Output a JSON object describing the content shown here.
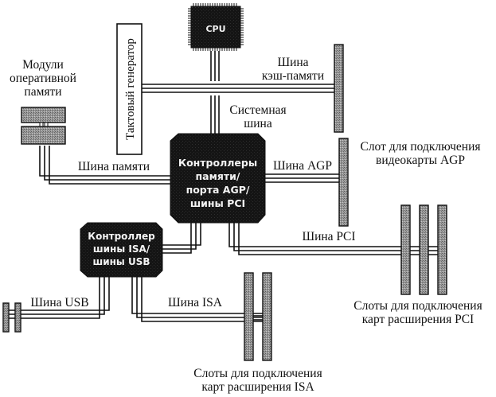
{
  "diagram": {
    "type": "block-diagram",
    "subject": "PC motherboard bus architecture",
    "colors": {
      "chip": "#111111",
      "slot": "#8f8f8f",
      "module": "#a9a9a9",
      "line": "#111111",
      "background": "#ffffff"
    },
    "nodes": {
      "cpu": {
        "label": "CPU"
      },
      "clock": {
        "label": "Тактовый генератор"
      },
      "north_bridge": {
        "lines": [
          "Контроллеры",
          "памяти/",
          "порта AGP/",
          "шины PCI"
        ]
      },
      "south_bridge": {
        "lines": [
          "Контроллер",
          "шины ISA/",
          "шины USB"
        ]
      },
      "ram_modules": {
        "lines": [
          "Модули",
          "оперативной",
          "памяти"
        ],
        "count": 2
      },
      "cache_slot": {
        "count": 1
      },
      "agp_slot": {
        "lines": [
          "Слот для подключения",
          "видеокарты AGP"
        ],
        "count": 1
      },
      "pci_slots": {
        "lines": [
          "Слоты для подключения",
          "карт расширения PCI"
        ],
        "count": 3
      },
      "isa_slots": {
        "lines": [
          "Слоты для подключения",
          "карт расширения ISA"
        ],
        "count": 2
      },
      "usb_ports": {
        "count": 2
      }
    },
    "buses": {
      "cache": {
        "lines": [
          "Шина",
          "кэш-памяти"
        ]
      },
      "system": {
        "lines": [
          "Системная",
          "шина"
        ]
      },
      "memory": {
        "label": "Шина памяти"
      },
      "agp": {
        "label": "Шина AGP"
      },
      "pci": {
        "label": "Шина PCI"
      },
      "usb": {
        "label": "Шина USB"
      },
      "isa": {
        "label": "Шина ISA"
      }
    }
  }
}
